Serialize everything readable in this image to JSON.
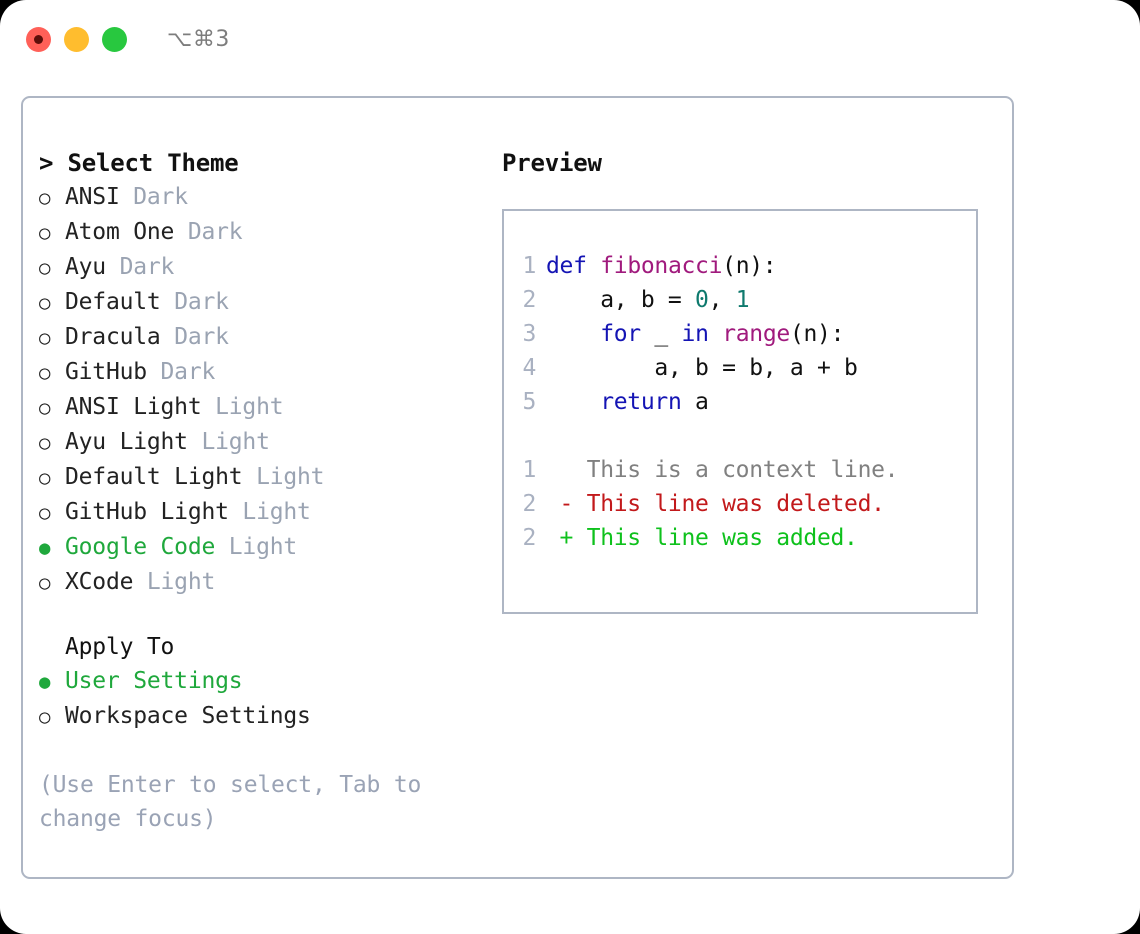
{
  "window": {
    "shortcut_badge": "⌥⌘3",
    "traffic_lights": [
      "close-red",
      "minimize-yellow",
      "zoom-green"
    ]
  },
  "theme_panel": {
    "header_prefix": "> ",
    "header": "Select Theme",
    "marker_selected": "●",
    "marker_unselected": "○",
    "themes": [
      {
        "name": "ANSI",
        "tag": "Dark",
        "selected": false
      },
      {
        "name": "Atom One",
        "tag": "Dark",
        "selected": false
      },
      {
        "name": "Ayu",
        "tag": "Dark",
        "selected": false
      },
      {
        "name": "Default",
        "tag": "Dark",
        "selected": false
      },
      {
        "name": "Dracula",
        "tag": "Dark",
        "selected": false
      },
      {
        "name": "GitHub",
        "tag": "Dark",
        "selected": false
      },
      {
        "name": "ANSI Light",
        "tag": "Light",
        "selected": false
      },
      {
        "name": "Ayu Light",
        "tag": "Light",
        "selected": false
      },
      {
        "name": "Default Light",
        "tag": "Light",
        "selected": false
      },
      {
        "name": "GitHub Light",
        "tag": "Light",
        "selected": false
      },
      {
        "name": "Google Code",
        "tag": "Light",
        "selected": true
      },
      {
        "name": "XCode",
        "tag": "Light",
        "selected": false
      }
    ]
  },
  "apply_to": {
    "label": "Apply To",
    "options": [
      {
        "name": "User Settings",
        "selected": true
      },
      {
        "name": "Workspace Settings",
        "selected": false
      }
    ]
  },
  "hint": "(Use Enter to select, Tab to change focus)",
  "preview": {
    "title": "Preview",
    "code_lines": [
      {
        "no": "1",
        "tokens": [
          {
            "t": "def",
            "c": "kw"
          },
          {
            "t": " ",
            "c": "plain"
          },
          {
            "t": "fibonacci",
            "c": "fn"
          },
          {
            "t": "(n):",
            "c": "punc"
          }
        ]
      },
      {
        "no": "2",
        "tokens": [
          {
            "t": "    a, b = ",
            "c": "plain"
          },
          {
            "t": "0",
            "c": "num"
          },
          {
            "t": ", ",
            "c": "plain"
          },
          {
            "t": "1",
            "c": "num"
          }
        ]
      },
      {
        "no": "3",
        "tokens": [
          {
            "t": "    ",
            "c": "plain"
          },
          {
            "t": "for",
            "c": "kw"
          },
          {
            "t": " _ ",
            "c": "plain"
          },
          {
            "t": "in",
            "c": "kw"
          },
          {
            "t": " ",
            "c": "plain"
          },
          {
            "t": "range",
            "c": "fn"
          },
          {
            "t": "(n):",
            "c": "punc"
          }
        ]
      },
      {
        "no": "4",
        "tokens": [
          {
            "t": "        a, b = b, a + b",
            "c": "plain"
          }
        ]
      },
      {
        "no": "5",
        "tokens": [
          {
            "t": "    ",
            "c": "plain"
          },
          {
            "t": "return",
            "c": "kw"
          },
          {
            "t": " a",
            "c": "plain"
          }
        ]
      }
    ],
    "diff_lines": [
      {
        "no": "1",
        "marker": " ",
        "text": "This is a context line.",
        "kind": "ctx"
      },
      {
        "no": "2",
        "marker": "-",
        "text": "This line was deleted.",
        "kind": "del"
      },
      {
        "no": "2",
        "marker": "+",
        "text": "This line was added.",
        "kind": "add"
      }
    ]
  },
  "colors": {
    "accent_green": "#1fa83c",
    "diff_add": "#0ec11c",
    "diff_del": "#c2191b",
    "diff_ctx": "#808080",
    "muted": "#9aa3b2",
    "border": "#aeb6c4",
    "keyword": "#1414b4",
    "function": "#a01a7d",
    "number": "#0f7a6e",
    "linenumber": "#a9b1c1"
  }
}
